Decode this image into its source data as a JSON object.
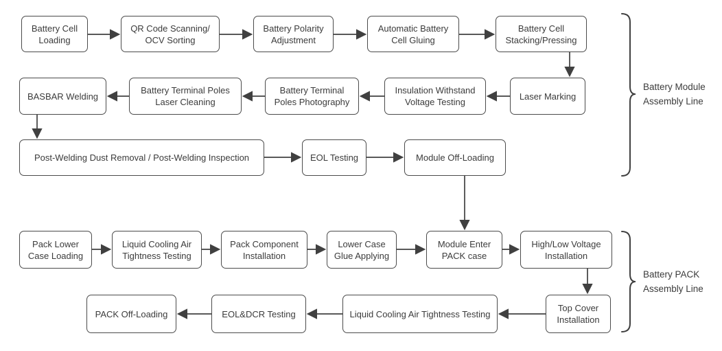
{
  "sections": {
    "module_line": {
      "label_line1": "Battery Module",
      "label_line2": "Assembly Line"
    },
    "pack_line": {
      "label_line1": "Battery PACK",
      "label_line2": "Assembly Line"
    }
  },
  "nodes": {
    "battery_cell_loading": "Battery Cell Loading",
    "qr_code_scanning_ocv_sorting": "QR Code Scanning/ OCV Sorting",
    "battery_polarity_adjustment": "Battery Polarity Adjustment",
    "automatic_battery_cell_gluing": "Automatic Battery Cell Gluing",
    "battery_cell_stacking_pressing": "Battery Cell Stacking/Pressing",
    "basbar_welding": "BASBAR Welding",
    "battery_terminal_poles_laser_cleaning": "Battery Terminal Poles Laser Cleaning",
    "battery_terminal_poles_photography": "Battery Terminal Poles Photography",
    "insulation_withstand_voltage_testing": "Insulation Withstand Voltage Testing",
    "laser_marking": "Laser Marking",
    "post_welding_dust_removal_inspection": "Post-Welding Dust Removal / Post-Welding Inspection",
    "eol_testing": "EOL Testing",
    "module_off_loading": "Module Off-Loading",
    "pack_lower_case_loading": "Pack Lower Case Loading",
    "liquid_cooling_air_tightness_testing_pack": "Liquid Cooling Air Tightness Testing",
    "pack_component_installation": "Pack Component Installation",
    "lower_case_glue_applying": "Lower Case Glue Applying",
    "module_enter_pack_case": "Module Enter PACK case",
    "high_low_voltage_installation": "High/Low Voltage Installation",
    "pack_off_loading": "PACK Off-Loading",
    "eol_dcr_testing": "EOL&DCR Testing",
    "liquid_cooling_air_tightness_testing_final": "Liquid Cooling Air Tightness Testing",
    "top_cover_installation": "Top Cover Installation"
  },
  "connections": [
    {
      "from": "battery_cell_loading",
      "to": "qr_code_scanning_ocv_sorting"
    },
    {
      "from": "qr_code_scanning_ocv_sorting",
      "to": "battery_polarity_adjustment"
    },
    {
      "from": "battery_polarity_adjustment",
      "to": "automatic_battery_cell_gluing"
    },
    {
      "from": "automatic_battery_cell_gluing",
      "to": "battery_cell_stacking_pressing"
    },
    {
      "from": "battery_cell_stacking_pressing",
      "to": "laser_marking"
    },
    {
      "from": "laser_marking",
      "to": "insulation_withstand_voltage_testing"
    },
    {
      "from": "insulation_withstand_voltage_testing",
      "to": "battery_terminal_poles_photography"
    },
    {
      "from": "battery_terminal_poles_photography",
      "to": "battery_terminal_poles_laser_cleaning"
    },
    {
      "from": "battery_terminal_poles_laser_cleaning",
      "to": "basbar_welding"
    },
    {
      "from": "basbar_welding",
      "to": "post_welding_dust_removal_inspection"
    },
    {
      "from": "post_welding_dust_removal_inspection",
      "to": "eol_testing"
    },
    {
      "from": "eol_testing",
      "to": "module_off_loading"
    },
    {
      "from": "module_off_loading",
      "to": "module_enter_pack_case"
    },
    {
      "from": "pack_lower_case_loading",
      "to": "liquid_cooling_air_tightness_testing_pack"
    },
    {
      "from": "liquid_cooling_air_tightness_testing_pack",
      "to": "pack_component_installation"
    },
    {
      "from": "pack_component_installation",
      "to": "lower_case_glue_applying"
    },
    {
      "from": "lower_case_glue_applying",
      "to": "module_enter_pack_case"
    },
    {
      "from": "module_enter_pack_case",
      "to": "high_low_voltage_installation"
    },
    {
      "from": "high_low_voltage_installation",
      "to": "top_cover_installation"
    },
    {
      "from": "top_cover_installation",
      "to": "liquid_cooling_air_tightness_testing_final"
    },
    {
      "from": "liquid_cooling_air_tightness_testing_final",
      "to": "eol_dcr_testing"
    },
    {
      "from": "eol_dcr_testing",
      "to": "pack_off_loading"
    }
  ],
  "colors": {
    "background": "#ffffff",
    "box_border": "#4a4a4a",
    "text": "#3b3b3b",
    "arrow": "#404040"
  }
}
